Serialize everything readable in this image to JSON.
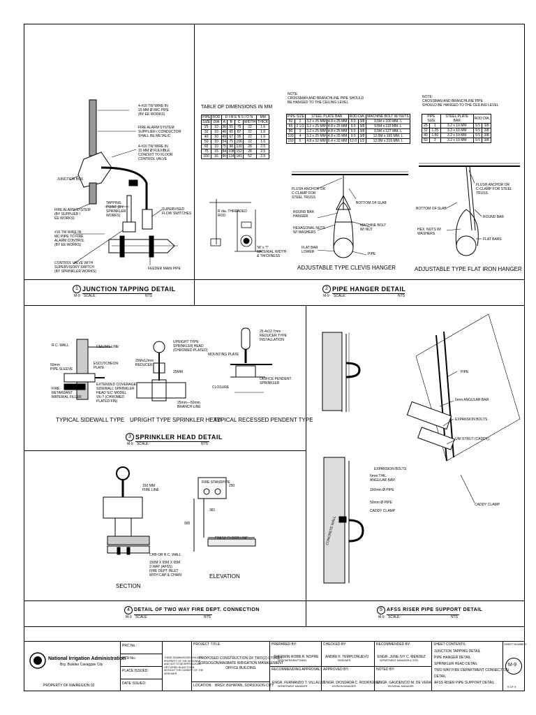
{
  "details": {
    "d1": {
      "number": "1",
      "title": "JUNCTION TAPPING DETAIL",
      "ref": "M-9",
      "scale_label": "SCALE:",
      "scale": "NTS"
    },
    "d2": {
      "number": "2",
      "title": "PIPE HANGER DETAIL",
      "ref": "M-9",
      "scale_label": "SCALE:",
      "scale": "NTS"
    },
    "d3": {
      "number": "3",
      "title": "SPRINKLER HEAD DETAIL",
      "ref": "M-9",
      "scale_label": "SCALE:",
      "scale": "NTS"
    },
    "d4": {
      "number": "4",
      "title": "DETAIL OF TWO WAY FIRE DEPT. CONNECTION",
      "ref": "M-9",
      "scale_label": "SCALE:",
      "scale": "NTS"
    },
    "d5": {
      "number": "5",
      "title": "AFSS RISER PIPE SUPPORT DETAIL",
      "ref": "M-9",
      "scale_label": "SCALE:",
      "scale": "NTS"
    }
  },
  "junction": {
    "labels": [
      "4-#16 TW WIRE IN\n15 MM Ø IMC PIPE\n(BY EE WORKS)",
      "FIRE ALARM SYSTEM\nSUPPLIER / CONDUCTOR\nSHALL BE METALIC",
      "4-#16 TW WIRE IN\n15 MM Ø FLEXIBLE\nCONDUIT TO FLOOR\nCONTROL VALVE",
      "JUNCTION BOX",
      "TAPPING\nPOINT (BY\nSPRINKLER\nWORKS)",
      "SUPERVISED\nFLOW SWITCHES",
      "FIRE ALARM SYSTEM\n(BY SUPPLIER /\nEE WORKS)",
      "#16 TW WIRE IN\nMC PIPE TO FIRE\nALARM CONTROL\n(BY EE WORKS)",
      "CONTROL VALVE WITH\nSUPERVISORY SWITCH\n(BY SPRINKLER WORKS)",
      "FEEDER MAIN PIPE"
    ]
  },
  "dim_table": {
    "title": "TABLE OF DIMENSIONS IN MM",
    "head1": [
      "PIPE",
      "ROD",
      "D I M E N S I O N",
      "MM"
    ],
    "head2": [
      "SIZE",
      "DIA",
      "A",
      "B",
      "C",
      "WIDTH",
      "THICK"
    ],
    "rows": [
      [
        "25",
        "10",
        "36",
        "55",
        "75",
        "22",
        "1.6"
      ],
      [
        "32",
        "10",
        "46",
        "65",
        "87",
        "22",
        "1.6"
      ],
      [
        "40",
        "10",
        "49",
        "67",
        "95",
        "22",
        "1.6"
      ],
      [
        "50",
        "10",
        "54",
        "75",
        "106",
        "22",
        "1.6"
      ],
      [
        "65",
        "10",
        "75",
        "98",
        "130",
        "28",
        "2.5"
      ],
      [
        "75",
        "15",
        "84",
        "108",
        "152",
        "28",
        "2.5"
      ],
      [
        "100",
        "16",
        "90",
        "124",
        "181",
        "52",
        "2.5"
      ]
    ],
    "labels": [
      "R dia. THREADED\nROD",
      "'W' x 'T'\nMATERIAL WIDTH\n& THICKNESS"
    ]
  },
  "clevis": {
    "note": "NOTE:\nCROSSMAN AND BRANCHLINE PIPE SHOULD\nBE HANGED TO THE CEILING LEVEL",
    "head": [
      "PIPE SIZE",
      "STEEL PLATE BAR",
      "ROD DIA.",
      "MACHINE BOLT W/ NUTS"
    ],
    "rows": [
      [
        "50",
        "2",
        "3.2 x 25 MM",
        "4.8 x 25 MM",
        "9.5",
        "3/8",
        "9.5M x 100 MM. L"
      ],
      [
        "65",
        "2 1/2",
        "3.2 x 25 MM",
        "4.8 x 25 MM",
        "9.5",
        "3/8",
        "9.5M x 115 MM. L"
      ],
      [
        "80",
        "3",
        "3.2 x 25 MM",
        "4.8 x 25 MM",
        "9.5",
        "3/8",
        "9.5M x 127 MM. L"
      ],
      [
        "100",
        "4",
        "3.2 x 25 MM",
        "4.8 x 25 MM",
        "9.5",
        "3/8",
        "12.0M x 165 MM. L"
      ],
      [
        "150",
        "6",
        "4.8 x 32 MM",
        "6.4 x 32 MM",
        "12.0",
        "1/2",
        "12.0M x 216 MM. L"
      ]
    ],
    "labels": [
      "FLUSH ANCHOR OR\nC-CLAMP FOR\nSTEEL TRUSS",
      "BOTTOM OF SLAB",
      "ROUND BAR\nHANGER",
      "HEXAGONAL NUTS\nW/ WASHERS",
      "MACHINE BOLT\nW/ NUT",
      "FLAT BAR\nLOWER",
      "PIPE"
    ],
    "caption": "ADJUSTABLE TYPE CLEVIS HANGER"
  },
  "flatiron": {
    "note": "NOTE:\nCROSSMAN AND BRANCHLINE PIPE\nSHOULD BE HANGED TO THE CEILING LEVEL",
    "head": [
      "PIPE SIZE",
      "STEEL PLATE BAR",
      "ROD DIA."
    ],
    "rows": [
      [
        "25",
        "1",
        "3.2 x 19 MM",
        "9.5",
        "3/8"
      ],
      [
        "32",
        "1.25",
        "3.2 x 19 MM",
        "9.5",
        "3/8"
      ],
      [
        "40",
        "1.50",
        "3.2 x 19 MM",
        "9.5",
        "3/8"
      ],
      [
        "50",
        "2",
        "3.2 x 19 MM",
        "9.5",
        "3/8"
      ]
    ],
    "labels": [
      "FLUSH ANCHOR OR\nC-CLAMP FOR STEEL\nTRUSS",
      "BOTTOM OF SLAB",
      "ROUND BAR",
      "HEX. NUTS W/\nWASHERS",
      "FLAT BARS"
    ],
    "caption": "ADJUSTABLE TYPE FLAT IRON HANGER"
  },
  "sprinkler": {
    "sidewall": {
      "labels": [
        "R.C. WALL",
        "CEILING LINE",
        "50mm\nPIPE SLEEVE",
        "ESCUTCHEON\nPLATE",
        "FIRE\nRETARDANT\nMATERIAL FILLER",
        "EXTENDED COVERAGE\nSIDEWALL SPRINKLER\nHEAD 'EC' MODEL\nVK-? (CHROMED\nPLATED FIN)"
      ],
      "caption": "TYPICAL SIDEWALL TYPE"
    },
    "upright": {
      "labels": [
        "UPRIGHT TYPE\nSPRINKLER HEAD\n(CHROMED PLATED)",
        "25Mx12mm\nREDUCER",
        "25MM",
        "25mm—50mm\nBRANCH LINE"
      ],
      "caption": "UPRIGHT TYPE SPRINKLER HEAD"
    },
    "recessed": {
      "labels": [
        "25.4x12.7mm\nREDUCER TYPE\nINSTALLATION",
        "MOUNTING PLATE",
        "CLOSURE",
        "ORIFICE PENDENT\nSPRINKLER"
      ],
      "caption": "TYPICAL RECESSED PENDENT TYPE"
    }
  },
  "fdc": {
    "labels": [
      "150 MM\nFIRE LINE",
      "CHB OR R.C. WALL",
      "150M X 65M X 65M\n2-WAY (AFSS)\nFIRE DEPT INLET\nWITH CAP & CHAIN",
      "FIRE STANDPIPE",
      "FINISH FLOOR LINE"
    ],
    "dims": [
      "250",
      "381",
      "900"
    ],
    "section": "SECTION",
    "elevation": "ELEVATION"
  },
  "riser": {
    "labels": [
      "PIPE",
      "6mm ANGULAR BAR",
      "EXPANSION BOLTS",
      "UNI STRUT (CADDY)",
      "CADDY CLAMP",
      "EXPANSION BOLTS",
      "6mm THK.\nANGULAR BAR",
      "150mm Ø PIPE",
      "50mm Ø PIPE",
      "CADDY CLAMP",
      "CONCRETE WALL"
    ]
  },
  "title_block": {
    "agency": "National Irrigation Administration",
    "agency_sub": "Brg. Bulalao Cavaggan City",
    "office_note": "PROPERTY OF NIA/REGION 02",
    "fields": [
      "PRC No.:",
      "PTR No.:",
      "PLACE ISSUED:",
      "DATE ISSUED:"
    ],
    "disclaimer": "THESE DRAWINGS/DESIGN AS A\nPROPERTY OF THE DESIGNER\nAND NOT TO BE REPRODUCED\nOR COPIED IN ANY FORM\nWITHOUT THE CONSENT OF THE\nDESIGNER",
    "project_label": "PROJECT TITLE:",
    "project": "PROPOSED CONSTRUCTION OF TWO(2)-STOREY\nSORSOGON/MASBATE IRRIGATION MANAGEMENT\nOFFICE BUILDING",
    "location_label": "LOCATION:",
    "location": "BRGY. BUHATAN, SORSOGON CITY",
    "prepared_label": "PREPARED BY:",
    "prepared": "SHERWIN ROBB R. NOPRE",
    "prepared_role": "DESIGNER/DRAFTSMAN",
    "checked_label": "CHECKED BY:",
    "checked": "ANDRE F. TEMPLONUEVO",
    "checked_role": "DESIGNER",
    "recommended_label": "RECOMMENDED BY:",
    "recommended": "ENGR. JUNE IVY C. MENDEZ",
    "recommended_role": "DEPARTMENT MANAGER A, EOD",
    "recommended2_label": "RECOMMENDING APPROVAL:",
    "approved_label": "APPROVED BY:",
    "noted_label": "NOTED BY:",
    "sig1": "ENGR. FERNANDO T. VILLALUZ",
    "sig1_role": "DEPARTMENT MANAGER",
    "sig2": "ENGR. DIOSDADA C. RODRIGUEZ",
    "sig2_role": "DIVISION MANAGER",
    "sig3": "ENGR. GAUDENCIO M. DE VERA",
    "sig3_role": "REGIONAL MANAGER",
    "sheet_contents_label": "SHEET CONTENTS:",
    "sheet_contents": "JUNCTION TAPPING DETAIL\nPIPE HANGER DETAIL\nSPRINKLER HEAD DETAIL\nTWO WAY FIRE DEPARTMENT CONNECTION\nDETAIL\nAFSS RISER PIPE SUPPORT DETAIL",
    "sheet_number_label": "SHEET NUMBER:",
    "sheet_number": "M-9",
    "sheet_of": "9 OF 9"
  }
}
